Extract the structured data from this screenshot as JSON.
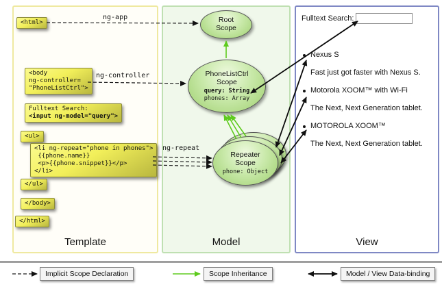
{
  "panels": {
    "template": "Template",
    "model": "Model",
    "view": "View"
  },
  "template": {
    "html_open": "<html>",
    "body_open": "<body\nng-controller=\n\"PhoneListCtrl\">",
    "fulltext_label": "Fulltext Search:",
    "input_code": "<input ng-model=\"query\">",
    "ul_open": "<ul>",
    "li_code": "<li ng-repeat=\"phone in phones\">\n {{phone.name}}\n <p>{{phone.snippet}}</p>\n</li>",
    "ul_close": "</ul>",
    "body_close": "</body>",
    "html_close": "</html>"
  },
  "arrows": {
    "ng_app": "ng-app",
    "ng_controller": "ng-controller",
    "ng_repeat": "ng-repeat"
  },
  "model": {
    "root_scope": "Root\nScope",
    "phonelist": {
      "title": "PhoneListCtrl\nScope",
      "query": "query: String",
      "phones": "phones: Array"
    },
    "repeater": {
      "title": "Repeater\nScope",
      "phone": "phone: Object"
    }
  },
  "view": {
    "search_label": "Fulltext Search:",
    "items": [
      {
        "title": "Nexus S",
        "desc": "Fast just got faster with Nexus S."
      },
      {
        "title": "Motorola XOOM™ with Wi-Fi",
        "desc": "The Next, Next Generation tablet."
      },
      {
        "title": "MOTOROLA XOOM™",
        "desc": "The Next, Next Generation tablet."
      }
    ]
  },
  "legend": {
    "implicit": "Implicit Scope Declaration",
    "inheritance": "Scope Inheritance",
    "binding": "Model / View Data-binding"
  },
  "colors": {
    "accent_green": "#5ecb1e",
    "code_yellow": "#f2ef5a",
    "panel_template_border": "#efe9a0",
    "panel_model_border": "#bfe0b2",
    "panel_view_border": "#7f88c4"
  }
}
